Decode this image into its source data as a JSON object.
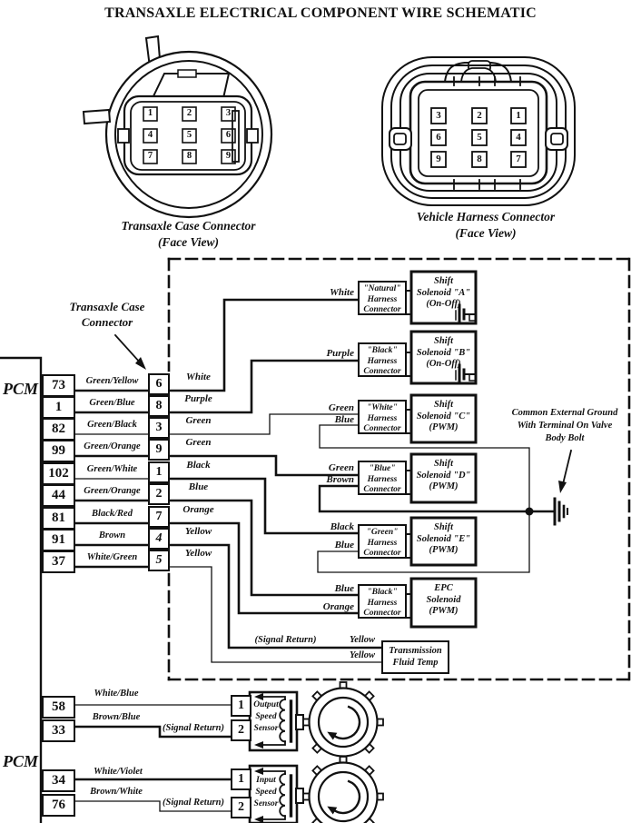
{
  "title": "TRANSAXLE ELECTRICAL COMPONENT WIRE SCHEMATIC",
  "connectors": {
    "transaxle_case": {
      "caption_line1": "Transaxle Case Connector",
      "caption_line2": "(Face View)",
      "pins": [
        "1",
        "2",
        "3",
        "4",
        "5",
        "6",
        "7",
        "8",
        "9"
      ]
    },
    "vehicle_harness": {
      "caption_line1": "Vehicle Harness Connector",
      "caption_line2": "(Face View)",
      "pins": [
        "3",
        "2",
        "1",
        "6",
        "5",
        "4",
        "9",
        "8",
        "7"
      ]
    }
  },
  "pcm": {
    "label_top": "PCM",
    "label_bottom": "PCM"
  },
  "callout_connector": {
    "line1": "Transaxle Case",
    "line2": "Connector"
  },
  "rows": [
    {
      "pcm_pin": "73",
      "wire": "Green/Yellow",
      "conn_pin": "6",
      "out": "White"
    },
    {
      "pcm_pin": "1",
      "wire": "Green/Blue",
      "conn_pin": "8",
      "out": "Purple"
    },
    {
      "pcm_pin": "82",
      "wire": "Green/Black",
      "conn_pin": "3",
      "out": "Green"
    },
    {
      "pcm_pin": "99",
      "wire": "Green/Orange",
      "conn_pin": "9",
      "out": "Green"
    },
    {
      "pcm_pin": "102",
      "wire": "Green/White",
      "conn_pin": "1",
      "out": "Black"
    },
    {
      "pcm_pin": "44",
      "wire": "Green/Orange",
      "conn_pin": "2",
      "out": "Blue"
    },
    {
      "pcm_pin": "81",
      "wire": "Black/Red",
      "conn_pin": "7",
      "out": "Orange"
    },
    {
      "pcm_pin": "91",
      "wire": "Brown",
      "conn_pin": "4",
      "out": "Yellow"
    },
    {
      "pcm_pin": "37",
      "wire": "White/Green",
      "conn_pin": "5",
      "out": "Yellow"
    }
  ],
  "solenoid_groups": [
    {
      "inputs": [
        "White"
      ],
      "hc": [
        "\"Natural\"",
        "Harness",
        "Connector"
      ],
      "sol": [
        "Shift",
        "Solenoid \"A\"",
        "(On-Off)"
      ]
    },
    {
      "inputs": [
        "Purple"
      ],
      "hc": [
        "\"Black\"",
        "Harness",
        "Connector"
      ],
      "sol": [
        "Shift",
        "Solenoid \"B\"",
        "(On-Off)"
      ]
    },
    {
      "inputs": [
        "Green",
        "Blue"
      ],
      "hc": [
        "\"White\"",
        "Harness",
        "Connector"
      ],
      "sol": [
        "Shift",
        "Solenoid \"C\"",
        "(PWM)"
      ]
    },
    {
      "inputs": [
        "Green",
        "Brown"
      ],
      "hc": [
        "\"Blue\"",
        "Harness",
        "Connector"
      ],
      "sol": [
        "Shift",
        "Solenoid \"D\"",
        "(PWM)"
      ]
    },
    {
      "inputs": [
        "Black",
        "Blue"
      ],
      "hc": [
        "\"Green\"",
        "Harness",
        "Connector"
      ],
      "sol": [
        "Shift",
        "Solenoid \"E\"",
        "(PWM)"
      ]
    },
    {
      "inputs": [
        "Blue",
        "Orange"
      ],
      "hc": [
        "\"Black\"",
        "Harness",
        "Connector"
      ],
      "sol": [
        "EPC",
        "Solenoid",
        "(PWM)"
      ]
    }
  ],
  "ground_note": {
    "line1": "Common External Ground",
    "line2": "With Terminal On Valve",
    "line3": "Body Bolt"
  },
  "tft": {
    "signal_return": "(Signal Return)",
    "wire1": "Yellow",
    "wire2": "Yellow",
    "line1": "Transmission",
    "line2": "Fluid Temp"
  },
  "output_sensor": {
    "pcm_pins": [
      "58",
      "33"
    ],
    "wires": [
      "White/Blue",
      "Brown/Blue"
    ],
    "signal_return": "(Signal Return)",
    "pins": [
      "1",
      "2"
    ],
    "label": [
      "Output",
      "Speed",
      "Sensor"
    ]
  },
  "input_sensor": {
    "pcm_pins": [
      "34",
      "76"
    ],
    "wires": [
      "White/Violet",
      "Brown/White"
    ],
    "signal_return": "(Signal Return)",
    "pins": [
      "1",
      "2"
    ],
    "label": [
      "Input",
      "Speed",
      "Sensor"
    ]
  }
}
